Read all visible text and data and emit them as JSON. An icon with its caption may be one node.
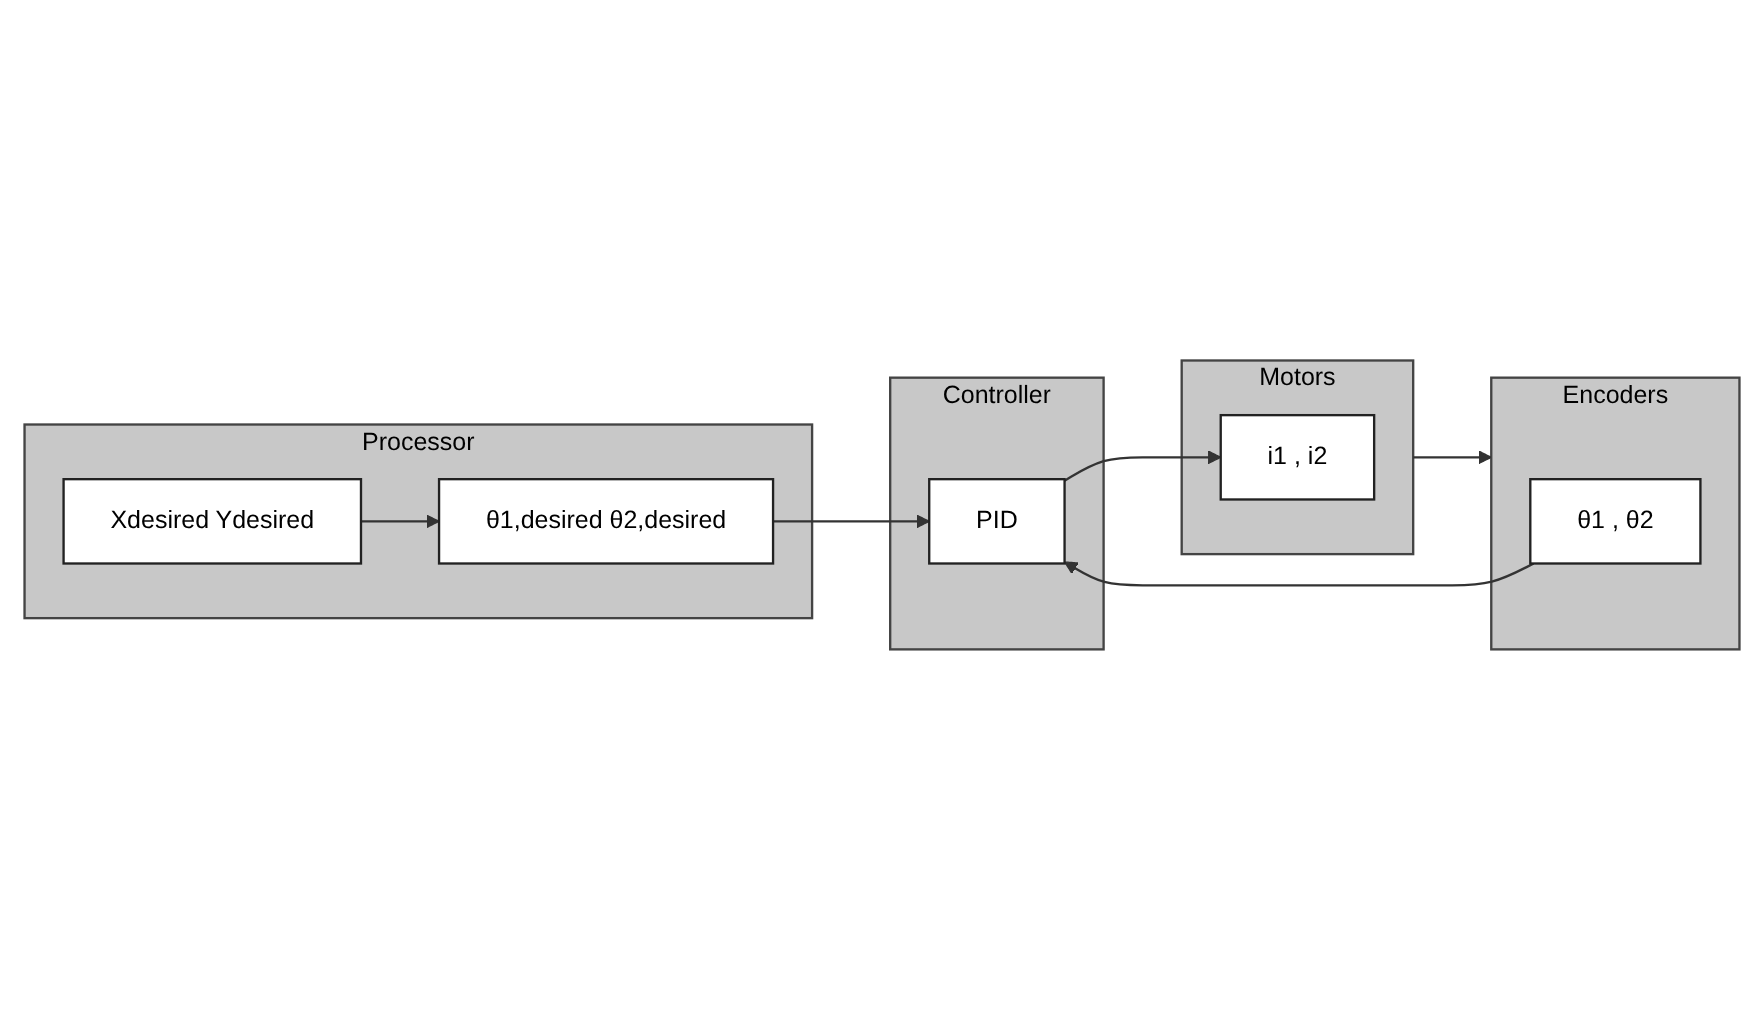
{
  "diagram": {
    "nodes": [
      {
        "text": [
          "Processor"
        ]
      },
      {
        "text": [
          "Xdesired Ydesired"
        ],
        "in": 0
      },
      {
        "text": [
          "θ1,desired θ2,desired"
        ],
        "in": 0
      },
      {
        "text": [
          "Encoders"
        ]
      },
      {
        "text": [
          "θ1 , θ2"
        ],
        "in": 3
      },
      {
        "text": [
          "Controller"
        ]
      },
      {
        "text": [
          "PID"
        ],
        "in": 5
      },
      {
        "text": [
          "Motors"
        ]
      },
      {
        "text": [
          "i1 , i2"
        ],
        "in": 7
      }
    ],
    "edges": [
      {
        "from": 1,
        "to": 2,
        "arrow": "to"
      },
      {
        "from": 2,
        "to": 6,
        "arrow": "to"
      },
      {
        "from": 4,
        "to": 6,
        "arrow": "to"
      },
      {
        "from": 6,
        "to": 8,
        "arrow": "to"
      },
      {
        "from": 7,
        "to": 3,
        "arrow": "to"
      }
    ]
  }
}
